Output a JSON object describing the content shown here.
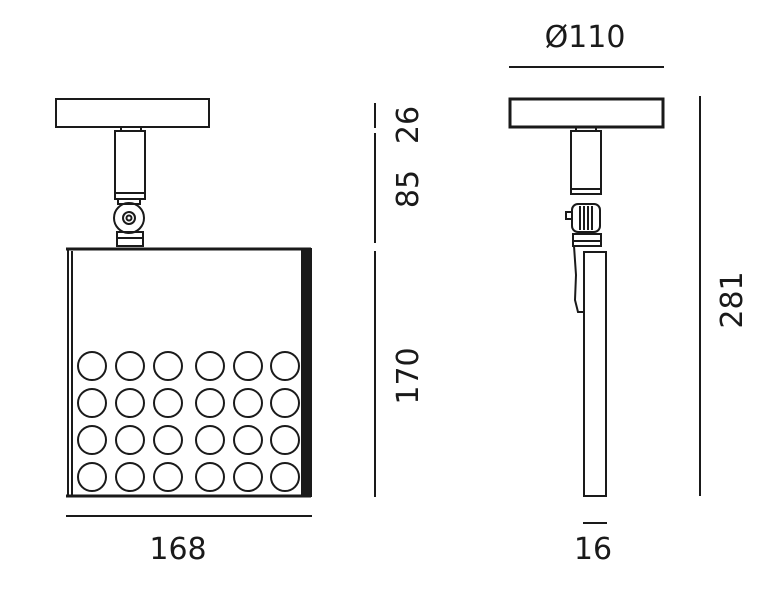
{
  "drawing": {
    "front_view": {
      "width_label": "168",
      "led_grid": {
        "rows": 4,
        "columns": 6
      }
    },
    "height_dimensions": {
      "canopy": "26",
      "stem": "85",
      "body": "170"
    },
    "side_view": {
      "diameter_label": "Ø110",
      "depth_label": "16",
      "total_height_label": "281"
    }
  }
}
